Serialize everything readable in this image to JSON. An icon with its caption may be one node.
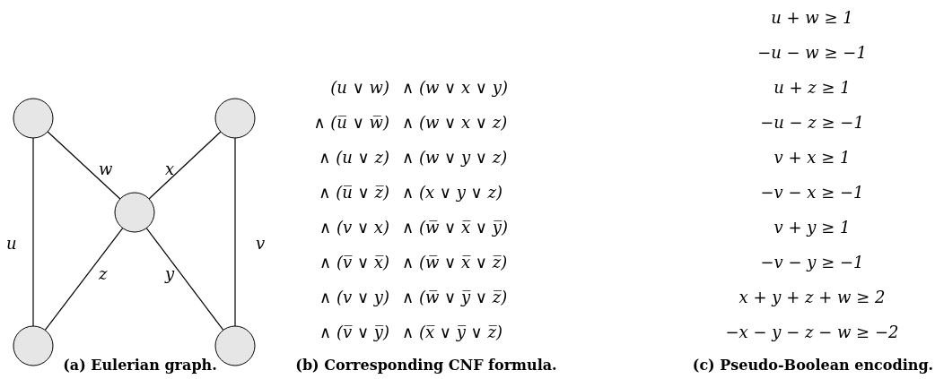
{
  "diagram": {
    "nodes": [
      {
        "text": [],
        "shape": "circle"
      },
      {
        "text": [],
        "shape": "circle"
      },
      {
        "text": [],
        "shape": "circle"
      },
      {
        "text": [],
        "shape": "circle"
      },
      {
        "text": [],
        "shape": "circle"
      }
    ],
    "edges": [
      {
        "from": 0,
        "to": 3,
        "arrow": "none",
        "label": "u"
      },
      {
        "from": 0,
        "to": 2,
        "arrow": "none",
        "label": "w"
      },
      {
        "from": 1,
        "to": 2,
        "arrow": "none",
        "label": "x"
      },
      {
        "from": 1,
        "to": 4,
        "arrow": "none",
        "label": "v"
      },
      {
        "from": 3,
        "to": 2,
        "arrow": "none",
        "label": "z"
      },
      {
        "from": 2,
        "to": 4,
        "arrow": "none",
        "label": "y"
      }
    ],
    "labels": [
      "(u ∨ w)",
      "∧ (w ∨ x ∨ y)",
      "∧ (u̅ ∨ w̅)",
      "∧ (w ∨ x ∨ z)",
      "∧ (u ∨ z)",
      "∧ (w ∨ y ∨ z)",
      "∧ (u̅ ∨ z̅)",
      "∧ (x ∨ y ∨ z)",
      "∧ (v ∨ x)",
      "∧ (w̅ ∨ x̅ ∨ y̅)",
      "∧ (v̅ ∨ x̅)",
      "∧ (w̅ ∨ x̅ ∨ z̅)",
      "∧ (v ∨ y)",
      "∧ (w̅ ∨ y̅ ∨ z̅)",
      "∧ (v̅ ∨ y̅)",
      "∧ (x̅ ∨ y̅ ∨ z̅)",
      "u + w ≥ 1",
      "−u − w ≥ −1",
      "u + z ≥ 1",
      "−u − z ≥ −1",
      "v + x ≥ 1",
      "−v − x ≥ −1",
      "v + y ≥ 1",
      "−v − y ≥ −1",
      "x + y + z + w ≥ 2",
      "−x − y − z − w ≥ −2",
      "(a) Eulerian graph.",
      "(b) Corresponding CNF formula.",
      "(c) Pseudo-Boolean encoding."
    ]
  }
}
